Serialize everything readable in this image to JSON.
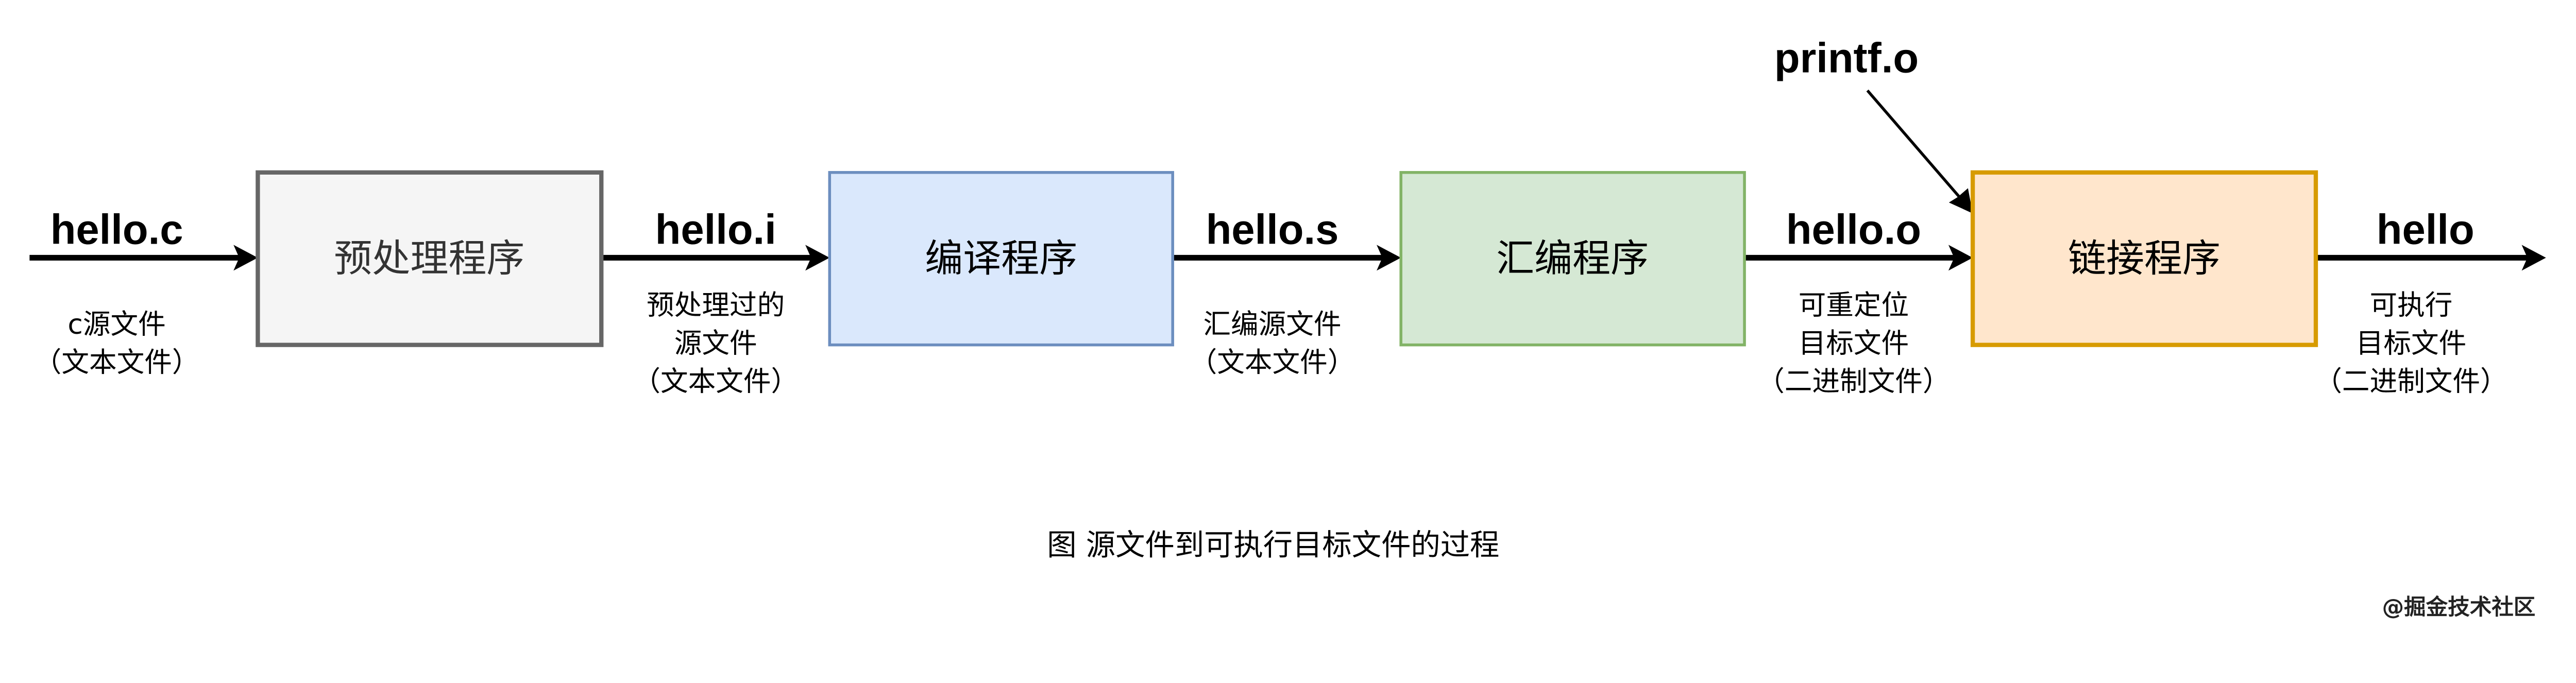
{
  "stages": [
    {
      "title": "预处理程序",
      "fill": "#f5f5f5",
      "stroke": "#666666",
      "text_color": "#333333"
    },
    {
      "title": "编译程序",
      "fill": "#dae8fc",
      "stroke": "#6c8ebf",
      "text_color": "#000000"
    },
    {
      "title": "汇编程序",
      "fill": "#d5e8d4",
      "stroke": "#82b366",
      "text_color": "#000000"
    },
    {
      "title": "链接程序",
      "fill": "#ffe6cc",
      "stroke": "#d79b00",
      "text_color": "#000000"
    }
  ],
  "files": [
    {
      "name": "hello.c",
      "desc": [
        "c源文件",
        "（文本文件）"
      ]
    },
    {
      "name": "hello.i",
      "desc": [
        "预处理过的",
        "源文件",
        "（文本文件）"
      ]
    },
    {
      "name": "hello.s",
      "desc": [
        "汇编源文件",
        "（文本文件）"
      ]
    },
    {
      "name": "hello.o",
      "desc": [
        "可重定位",
        "目标文件",
        "（二进制文件）"
      ]
    },
    {
      "name": "hello",
      "desc": [
        "可执行",
        "目标文件",
        "（二进制文件）"
      ]
    }
  ],
  "extra_input": "printf.o",
  "caption": "图  源文件到可执行目标文件的过程",
  "watermark": "@掘金技术社区"
}
